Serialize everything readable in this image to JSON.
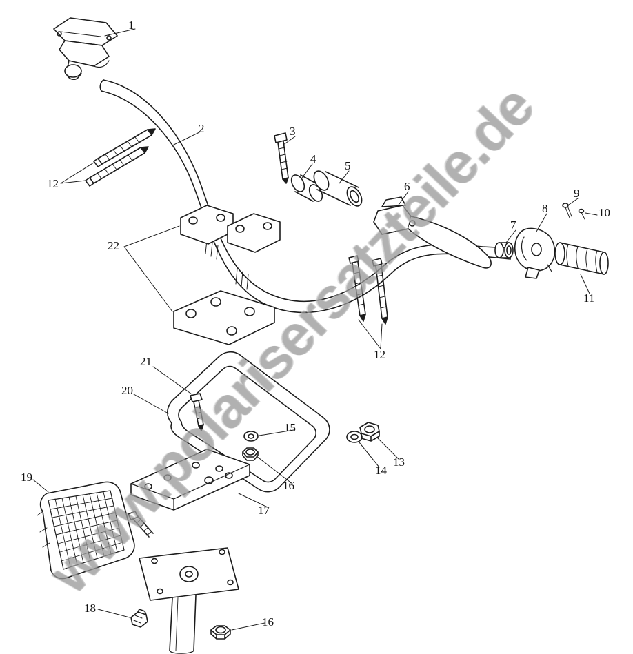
{
  "watermark": "www.polarisersatzteile.de",
  "callouts": [
    {
      "label": "1"
    },
    {
      "label": "2"
    },
    {
      "label": "3"
    },
    {
      "label": "4"
    },
    {
      "label": "5"
    },
    {
      "label": "6"
    },
    {
      "label": "7"
    },
    {
      "label": "8"
    },
    {
      "label": "9"
    },
    {
      "label": "10"
    },
    {
      "label": "11"
    },
    {
      "label": "12"
    },
    {
      "label": "22"
    },
    {
      "label": "12"
    },
    {
      "label": "13"
    },
    {
      "label": "14"
    },
    {
      "label": "15"
    },
    {
      "label": "16"
    },
    {
      "label": "17"
    },
    {
      "label": "19"
    },
    {
      "label": "20"
    },
    {
      "label": "21"
    },
    {
      "label": "18"
    },
    {
      "label": "16"
    }
  ]
}
